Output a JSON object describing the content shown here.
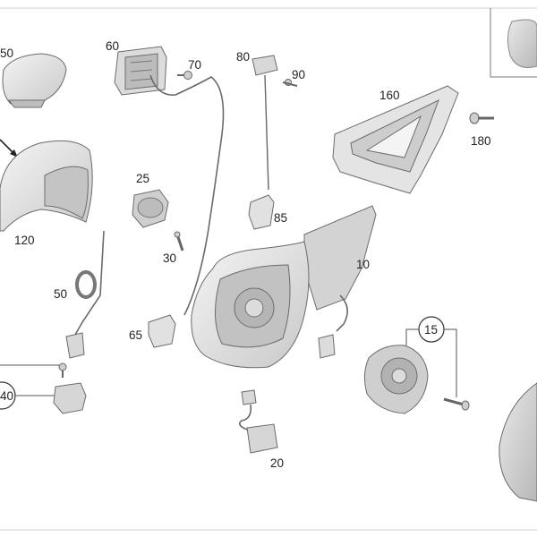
{
  "diagram": {
    "callouts": {
      "p10": "10",
      "p15": "15",
      "p20": "20",
      "p25": "25",
      "p30": "30",
      "p40": "40",
      "p50": "50",
      "p60": "60",
      "p65": "65",
      "p70": "70",
      "p80": "80",
      "p85": "85",
      "p90": "90",
      "p120": "120",
      "p150": "50",
      "p160": "160",
      "p180": "180"
    }
  }
}
